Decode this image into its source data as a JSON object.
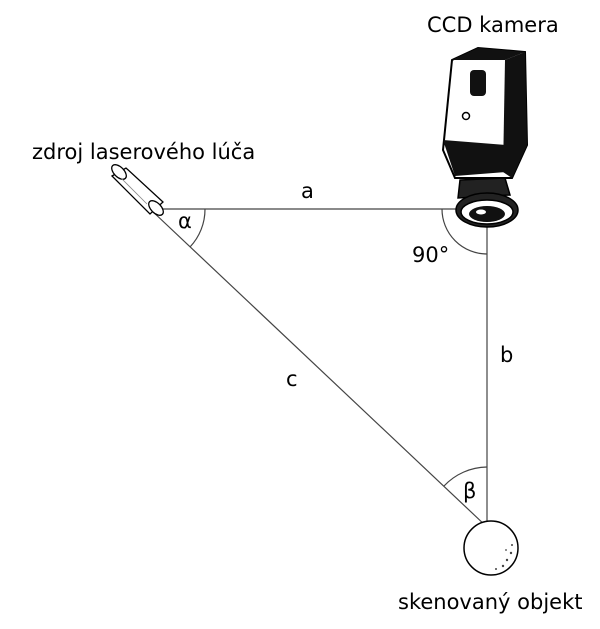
{
  "labels": {
    "camera": "CCD kamera",
    "laser_source": "zdroj laserového lúča",
    "object": "skenovaný objekt"
  },
  "sides": {
    "a": "a",
    "b": "b",
    "c": "c"
  },
  "angles": {
    "alpha": "α",
    "beta": "β",
    "right": "90°"
  }
}
